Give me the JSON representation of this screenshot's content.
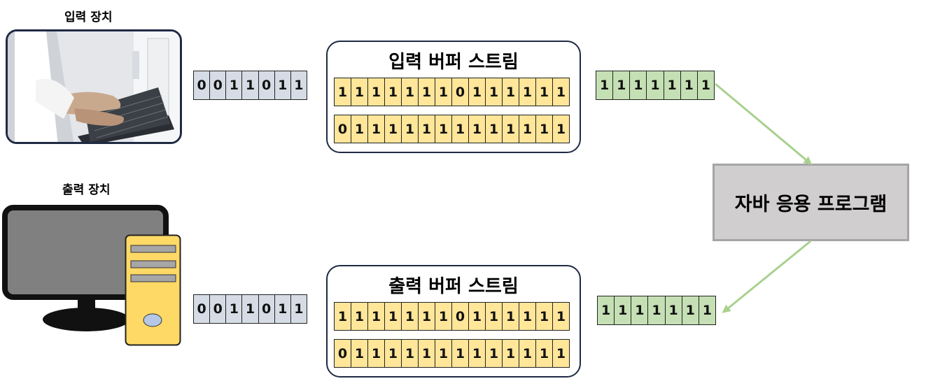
{
  "input_device": {
    "label": "입력 장치"
  },
  "output_device": {
    "label": "출력 장치"
  },
  "input_bits": [
    "0",
    "0",
    "1",
    "1",
    "0",
    "1",
    "1"
  ],
  "output_bits": [
    "0",
    "0",
    "1",
    "1",
    "0",
    "1",
    "1"
  ],
  "input_stream": {
    "title": "입력 버퍼 스트림",
    "row1": [
      "1",
      "1",
      "1",
      "1",
      "1",
      "1",
      "1",
      "0",
      "1",
      "1",
      "1",
      "1",
      "1",
      "1"
    ],
    "row2": [
      "0",
      "1",
      "1",
      "1",
      "1",
      "1",
      "1",
      "1",
      "1",
      "1",
      "1",
      "1",
      "1",
      "1"
    ]
  },
  "output_stream": {
    "title": "출력 버퍼 스트림",
    "row1": [
      "1",
      "1",
      "1",
      "1",
      "1",
      "1",
      "1",
      "0",
      "1",
      "1",
      "1",
      "1",
      "1",
      "1"
    ],
    "row2": [
      "0",
      "1",
      "1",
      "1",
      "1",
      "1",
      "1",
      "1",
      "1",
      "1",
      "1",
      "1",
      "1",
      "1"
    ]
  },
  "app_bits_in": [
    "1",
    "1",
    "1",
    "1",
    "1",
    "1",
    "1"
  ],
  "app_bits_out": [
    "1",
    "1",
    "1",
    "1",
    "1",
    "1",
    "1"
  ],
  "app": {
    "label": "자바 응용 프로그램"
  },
  "colors": {
    "arrow": "#a9d18e",
    "panel_border": "#1f2a44",
    "app_fill": "#d0cece"
  },
  "icons": [
    "keyboard-photo",
    "computer-monitor-icon",
    "computer-tower-icon"
  ]
}
